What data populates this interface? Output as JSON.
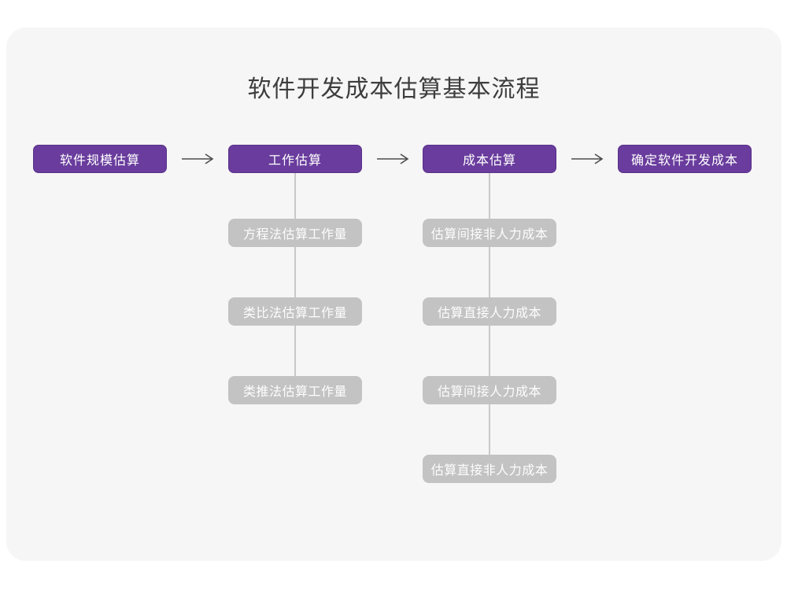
{
  "title": "软件开发成本估算基本流程",
  "flow": {
    "stages": [
      {
        "label": "软件规模估算",
        "children": []
      },
      {
        "label": "工作估算",
        "children": [
          "方程法估算工作量",
          "类比法估算工作量",
          "类推法估算工作量"
        ]
      },
      {
        "label": "成本估算",
        "children": [
          "估算间接非人力成本",
          "估算直接人力成本",
          "估算间接人力成本",
          "估算直接非人力成本"
        ]
      },
      {
        "label": "确定软件开发成本",
        "children": []
      }
    ],
    "connections": [
      {
        "from": "软件规模估算",
        "to": "工作估算",
        "type": "arrow-right"
      },
      {
        "from": "工作估算",
        "to": "成本估算",
        "type": "arrow-right"
      },
      {
        "from": "成本估算",
        "to": "确定软件开发成本",
        "type": "arrow-right"
      }
    ]
  },
  "colors": {
    "stage_fill": "#693c9d",
    "stage_border": "#5a328a",
    "stage_text": "#ffffff",
    "substep_fill": "#c3c3c3",
    "substep_text": "#fdfdfd",
    "connector_line": "#c9c9c9",
    "arrow_stroke": "#4d4d4d",
    "card_background": "#f6f6f6",
    "page_background": "#ffffff",
    "title_color": "#3d3d3d"
  }
}
